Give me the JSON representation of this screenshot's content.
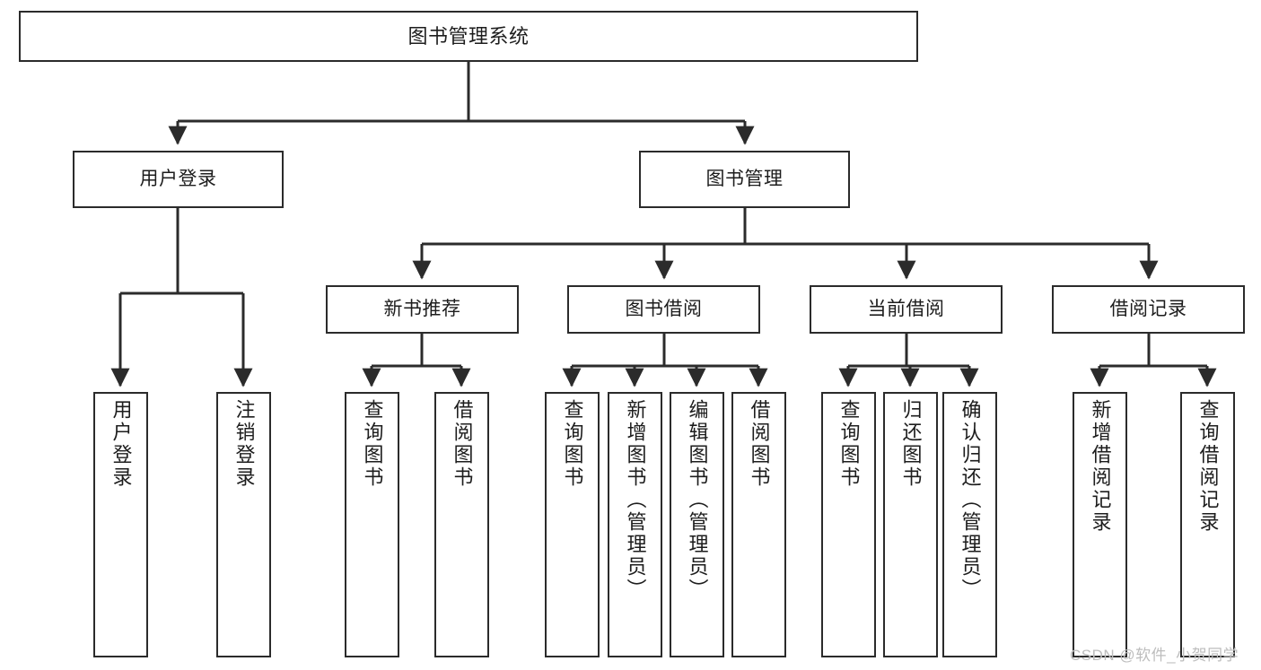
{
  "diagram": {
    "title": "图书管理系统",
    "type": "hierarchy-tree",
    "root": {
      "label": "图书管理系统"
    },
    "level2": [
      {
        "label": "用户登录"
      },
      {
        "label": "图书管理"
      }
    ],
    "level3": [
      {
        "label": "新书推荐"
      },
      {
        "label": "图书借阅"
      },
      {
        "label": "当前借阅"
      },
      {
        "label": "借阅记录"
      }
    ],
    "leaves": {
      "user_login": [
        {
          "label": "用户登录"
        },
        {
          "label": "注销登录"
        }
      ],
      "new_book_recommend": [
        {
          "label": "查询图书"
        },
        {
          "label": "借阅图书"
        }
      ],
      "book_borrow": [
        {
          "label": "查询图书"
        },
        {
          "label": "新增图书（管理员）"
        },
        {
          "label": "编辑图书（管理员）"
        },
        {
          "label": "借阅图书"
        }
      ],
      "current_borrow": [
        {
          "label": "查询图书"
        },
        {
          "label": "归还图书"
        },
        {
          "label": "确认归还（管理员）"
        }
      ],
      "borrow_record": [
        {
          "label": "新增借阅记录"
        },
        {
          "label": "查询借阅记录"
        }
      ]
    }
  },
  "watermark": {
    "text": "CSDN @软件_小贺同学"
  },
  "colors": {
    "stroke": "#2b2b2b",
    "background": "#ffffff",
    "text": "#1d1d1d",
    "watermark": "#bdbdbd"
  }
}
